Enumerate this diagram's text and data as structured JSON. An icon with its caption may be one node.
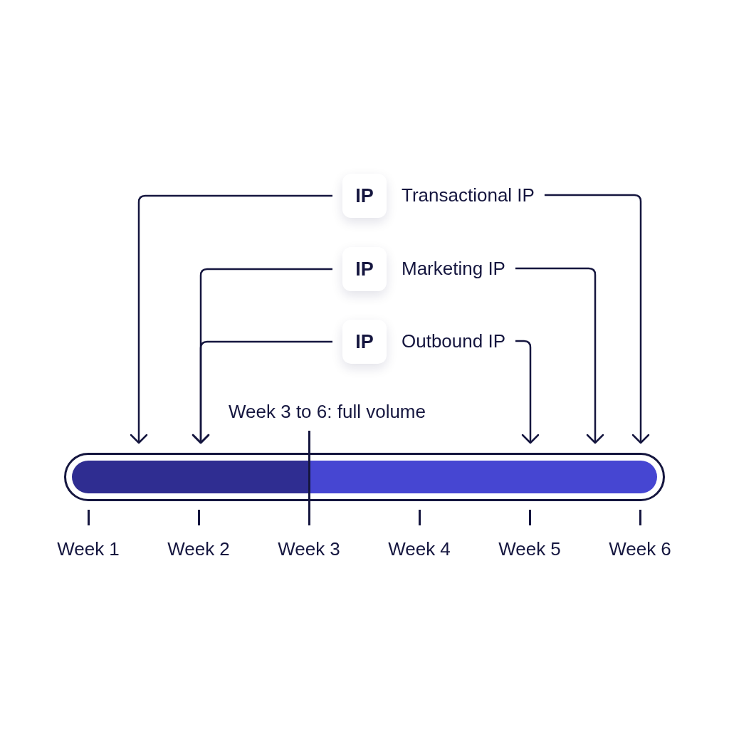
{
  "diagram": {
    "nodes": [
      {
        "text": [
          "IP"
        ]
      },
      {
        "text": [
          "Transactional IP"
        ]
      },
      {
        "text": [
          "IP"
        ]
      },
      {
        "text": [
          "Marketing IP"
        ]
      },
      {
        "text": [
          "IP"
        ]
      },
      {
        "text": [
          "Outbound IP"
        ]
      },
      {
        "text": [],
        "shape": "bar"
      },
      {
        "text": [],
        "shape": "bar",
        "in": 6
      },
      {
        "text": [],
        "shape": "bar",
        "in": 6
      }
    ],
    "edges": [
      {
        "from": 0,
        "to": 6,
        "arrow": "to"
      },
      {
        "from": 1,
        "to": 6,
        "arrow": "to"
      },
      {
        "from": 2,
        "to": 6,
        "arrow": "to"
      },
      {
        "from": 3,
        "to": 6,
        "arrow": "to"
      },
      {
        "from": 4,
        "to": 6,
        "arrow": "to"
      },
      {
        "from": 5,
        "to": 6,
        "arrow": "to"
      }
    ],
    "labels": [
      "Week 3 to 6: full volume",
      "Week 1",
      "Week 2",
      "Week 3",
      "Week 4",
      "Week 5",
      "Week 6"
    ]
  }
}
